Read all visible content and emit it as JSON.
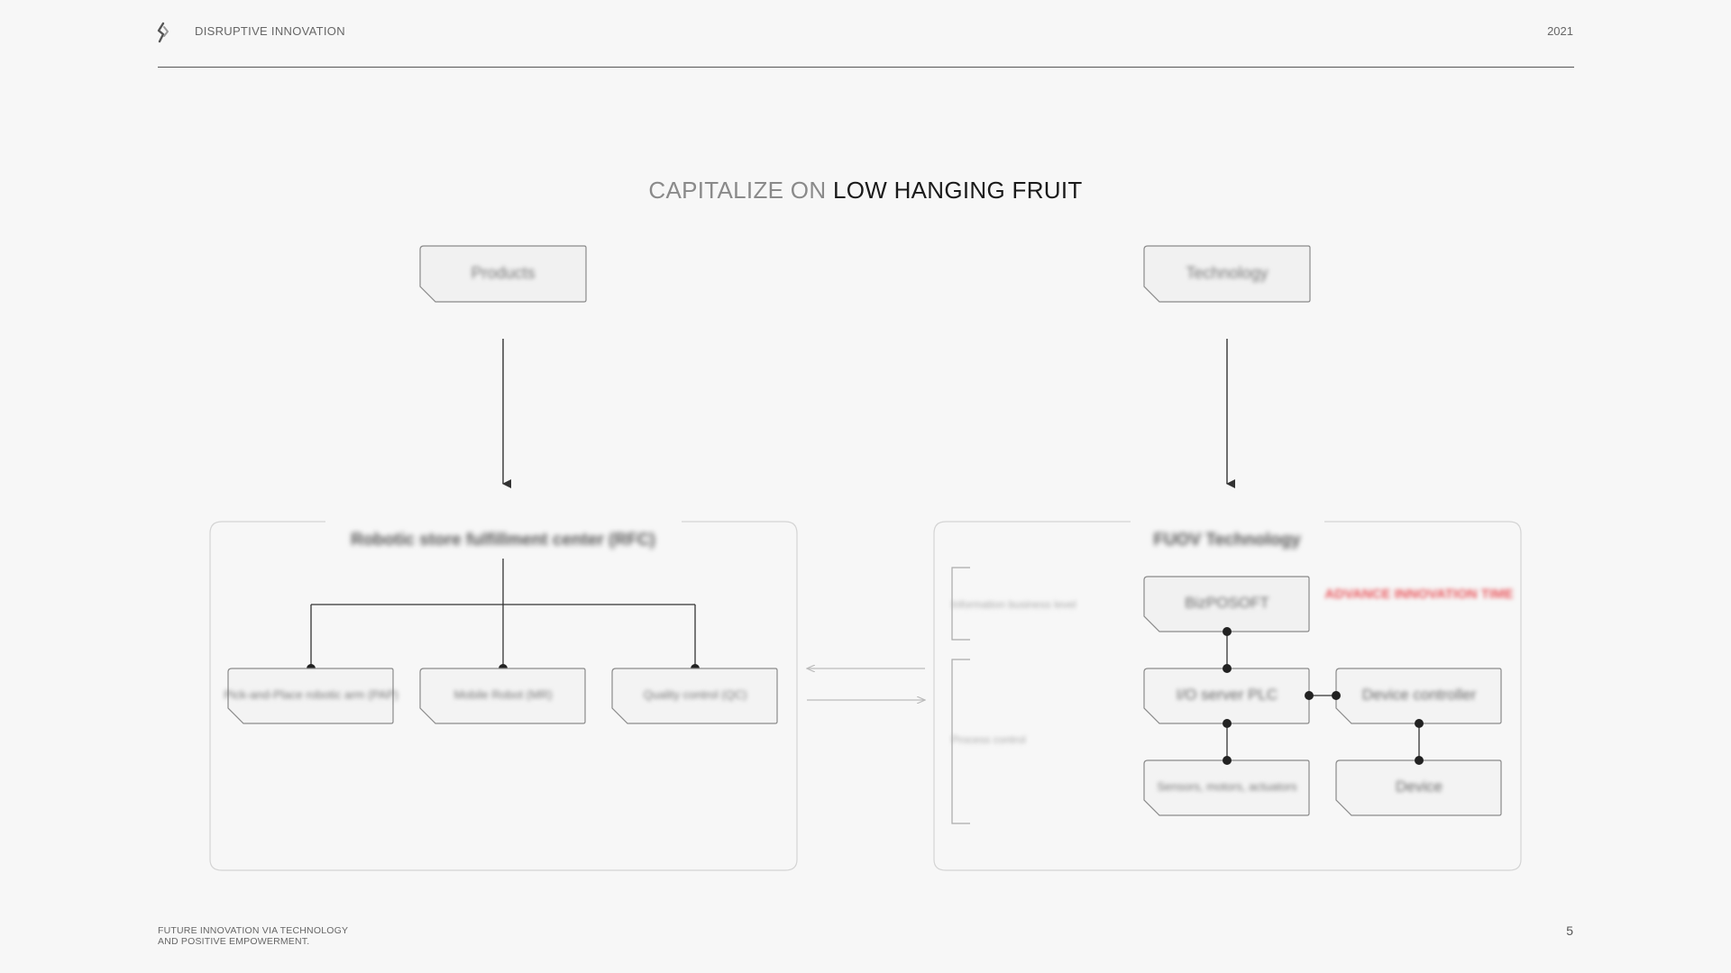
{
  "header": {
    "brand": "DISRUPTIVE INNOVATION",
    "year": "2021"
  },
  "title": {
    "light": "CAPITALIZE ON ",
    "dark": "LOW HANGING FRUIT"
  },
  "left": {
    "top_box": "Products",
    "group_title": "Robotic store fulfillment center (RFC)",
    "children": [
      "Pick-and-Place robotic arm (PAP)",
      "Mobile Robot (MR)",
      "Quality control (QC)"
    ]
  },
  "right": {
    "top_box": "Technology",
    "group_title": "FUOV Technology",
    "side_labels": {
      "upper": "Information business level",
      "lower": "Process control"
    },
    "nodes": {
      "top": "BizPOSOFT",
      "plc": "I/O server PLC",
      "device_controller": "Device controller",
      "sensors": "Sensors, motors, actuators",
      "device": "Device"
    },
    "note": "ADVANCE INNOVATION TIME"
  },
  "colors": {
    "note": "#e8565c"
  },
  "footer": {
    "line1": "FUTURE INNOVATION VIA TECHNOLOGY",
    "line2": "AND POSITIVE EMPOWERMENT.",
    "page": "5"
  }
}
